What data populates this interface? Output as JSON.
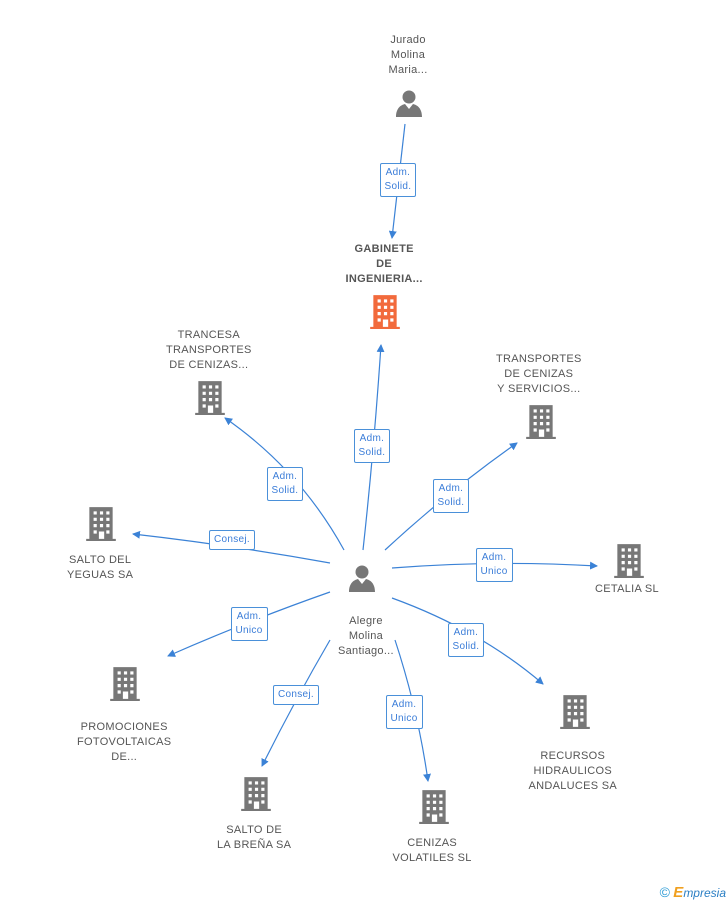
{
  "nodes": {
    "jurado": {
      "lines": [
        "Jurado",
        "Molina",
        "Maria..."
      ],
      "kind": "person"
    },
    "gabinete": {
      "lines": [
        "GABINETE",
        "DE",
        "INGENIERIA..."
      ],
      "kind": "company-main"
    },
    "alegre": {
      "lines": [
        "Alegre",
        "Molina",
        "Santiago..."
      ],
      "kind": "person"
    },
    "trancesa": {
      "lines": [
        "TRANCESA",
        "TRANSPORTES",
        "DE CENIZAS..."
      ],
      "kind": "company"
    },
    "transportes": {
      "lines": [
        "TRANSPORTES",
        "DE CENIZAS",
        "Y SERVICIOS..."
      ],
      "kind": "company"
    },
    "salto_yeguas": {
      "lines": [
        "SALTO DEL",
        "YEGUAS SA"
      ],
      "kind": "company"
    },
    "cetalia": {
      "lines": [
        "CETALIA SL"
      ],
      "kind": "company"
    },
    "promociones": {
      "lines": [
        "PROMOCIONES",
        "FOTOVOLTAICAS",
        "DE..."
      ],
      "kind": "company"
    },
    "recursos": {
      "lines": [
        "RECURSOS",
        "HIDRAULICOS",
        "ANDALUCES SA"
      ],
      "kind": "company"
    },
    "salto_brena": {
      "lines": [
        "SALTO DE",
        "LA BREÑA SA"
      ],
      "kind": "company"
    },
    "cenizas": {
      "lines": [
        "CENIZAS",
        "VOLATILES SL"
      ],
      "kind": "company"
    }
  },
  "edges": [
    {
      "from": "jurado",
      "to": "gabinete",
      "label": [
        "Adm.",
        "Solid."
      ]
    },
    {
      "from": "alegre",
      "to": "gabinete",
      "label": [
        "Adm.",
        "Solid."
      ]
    },
    {
      "from": "alegre",
      "to": "trancesa",
      "label": [
        "Adm.",
        "Solid."
      ]
    },
    {
      "from": "alegre",
      "to": "transportes",
      "label": [
        "Adm.",
        "Solid."
      ]
    },
    {
      "from": "alegre",
      "to": "salto_yeguas",
      "label": [
        "Consej."
      ]
    },
    {
      "from": "alegre",
      "to": "cetalia",
      "label": [
        "Adm.",
        "Unico"
      ]
    },
    {
      "from": "alegre",
      "to": "promociones",
      "label": [
        "Adm.",
        "Unico"
      ]
    },
    {
      "from": "alegre",
      "to": "recursos",
      "label": [
        "Adm.",
        "Solid."
      ]
    },
    {
      "from": "alegre",
      "to": "salto_brena",
      "label": [
        "Consej."
      ]
    },
    {
      "from": "alegre",
      "to": "cenizas",
      "label": [
        "Adm.",
        "Unico"
      ]
    }
  ],
  "colors": {
    "edge": "#3b82d6",
    "person_icon": "#777777",
    "company_icon": "#777777",
    "main_company_icon": "#f26a3c"
  },
  "footer": {
    "copyright": "©",
    "brand_initial": "E",
    "brand_rest": "mpresia"
  }
}
